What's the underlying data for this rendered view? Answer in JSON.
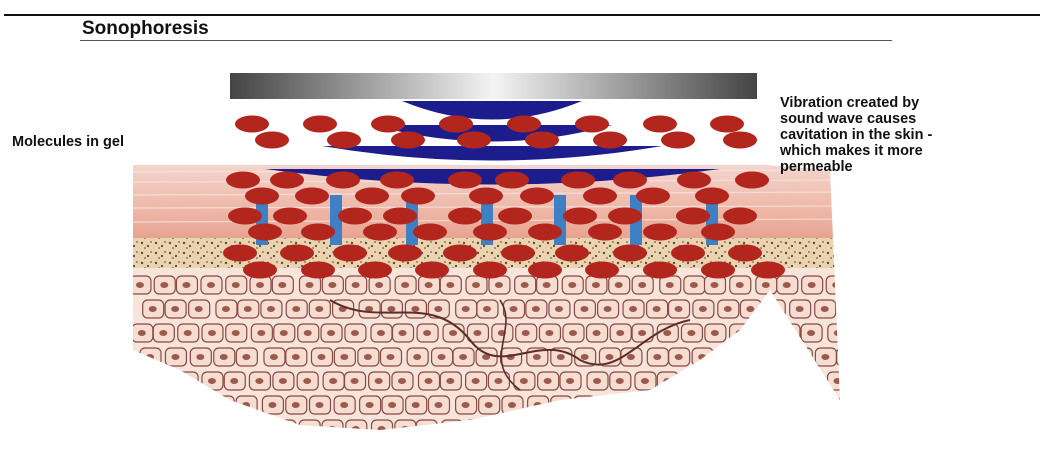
{
  "title": "Sonophoresis",
  "labels": {
    "left": "Molecules in gel",
    "right_lines": [
      "Vibration created by",
      "sound wave causes",
      "cavitation in the skin -",
      "which makes it more",
      "permeable"
    ]
  },
  "colors": {
    "molecule": "#b3261e",
    "sound_wave": "#1c1c8c",
    "channel": "#3f7fc4",
    "skin_top": "#f2c9bd",
    "cell_fill": "#f6ddd2",
    "cell_outline": "#8a4a45",
    "nucleus": "#9c5a4c"
  }
}
